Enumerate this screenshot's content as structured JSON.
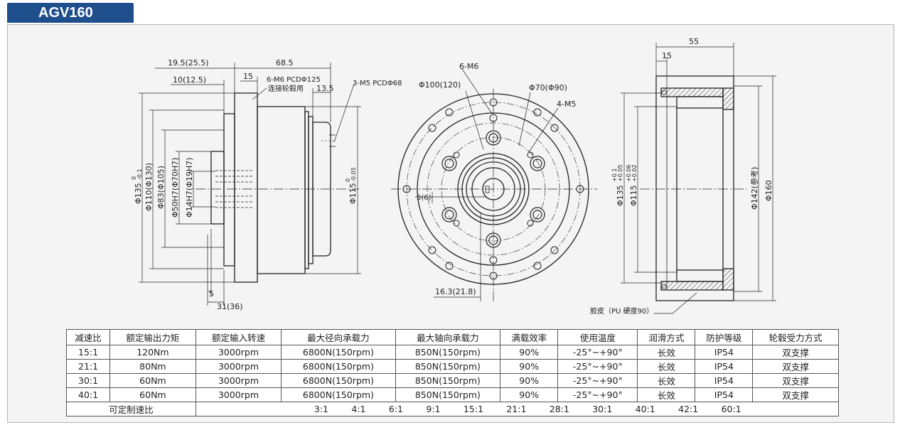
{
  "model": "AGV160",
  "dimensions": {
    "side": {
      "top": [
        "19.5(25.5)",
        "10(12.5)",
        "68.5",
        "15",
        "6-M6 PCDΦ125",
        "连接轮毂用",
        "13.5",
        "3-M5 PCDΦ68"
      ],
      "bottom": [
        "5",
        "31(36)"
      ],
      "left": [
        "Φ135",
        "Φ110(Φ130)",
        "Φ83(Φ105)",
        "Φ50H7(Φ70H7)",
        "Φ14H7(Φ19H7)"
      ],
      "right": [
        "Φ115"
      ],
      "tol_left": [
        "0",
        "-0.1"
      ],
      "tol_right": [
        "0",
        "-0.05"
      ]
    },
    "front": {
      "labels": [
        "6-M6",
        "Φ100(120)",
        "Φ70(Φ90)",
        "4-M5",
        "5(6)",
        "16.3(21.8)"
      ]
    },
    "section": {
      "top": [
        "55",
        "15"
      ],
      "left": [
        "Φ135",
        "Φ115"
      ],
      "tol_left1": [
        "+0.1",
        "+0.05"
      ],
      "tol_left2": [
        "+0.06",
        "+0.02"
      ],
      "right": [
        "Φ142(参考)",
        "Φ160"
      ],
      "note": "胶皮（PU 硬度90）"
    }
  },
  "table": {
    "headers": [
      "减速比",
      "额定输出力矩",
      "额定输入转速",
      "最大径向承载力",
      "最大轴向承载力",
      "满载效率",
      "使用温度",
      "润滑方式",
      "防护等级",
      "轮毂受力方式"
    ],
    "rows": [
      [
        "15:1",
        "120Nm",
        "3000rpm",
        "6800N(150rpm)",
        "850N(150rpm)",
        "90%",
        "-25°~+90°",
        "长效",
        "IP54",
        "双支撑"
      ],
      [
        "21:1",
        "80Nm",
        "3000rpm",
        "6800N(150rpm)",
        "850N(150rpm)",
        "90%",
        "-25°~+90°",
        "长效",
        "IP54",
        "双支撑"
      ],
      [
        "30:1",
        "60Nm",
        "3000rpm",
        "6800N(150rpm)",
        "850N(150rpm)",
        "90%",
        "-25°~+90°",
        "长效",
        "IP54",
        "双支撑"
      ],
      [
        "40:1",
        "60Nm",
        "3000rpm",
        "6800N(150rpm)",
        "850N(150rpm)",
        "90%",
        "-25°~+90°",
        "长效",
        "IP54",
        "双支撑"
      ]
    ],
    "custom_label": "可定制速比",
    "custom_ratios": [
      "3:1",
      "4:1",
      "6:1",
      "9:1",
      "15:1",
      "21:1",
      "28:1",
      "30:1",
      "40:1",
      "42:1",
      "60:1"
    ]
  },
  "colors": {
    "tab": "#1f4e8c",
    "panel": "#f4f4f4",
    "line": "#222222"
  }
}
